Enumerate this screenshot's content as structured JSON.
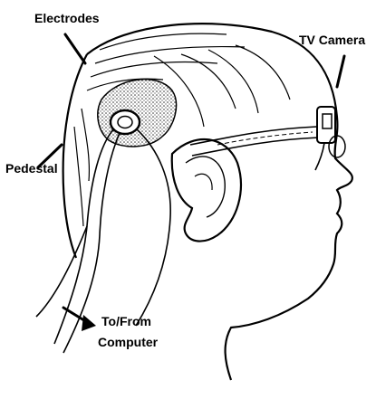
{
  "labels": {
    "electrodes": "Electrodes",
    "tv_camera": "TV Camera",
    "pedestal": "Pedestal",
    "to_from": "To/From",
    "computer": "Computer"
  },
  "colors": {
    "ink": "#000000",
    "background": "#ffffff",
    "stipple": "#555555"
  }
}
